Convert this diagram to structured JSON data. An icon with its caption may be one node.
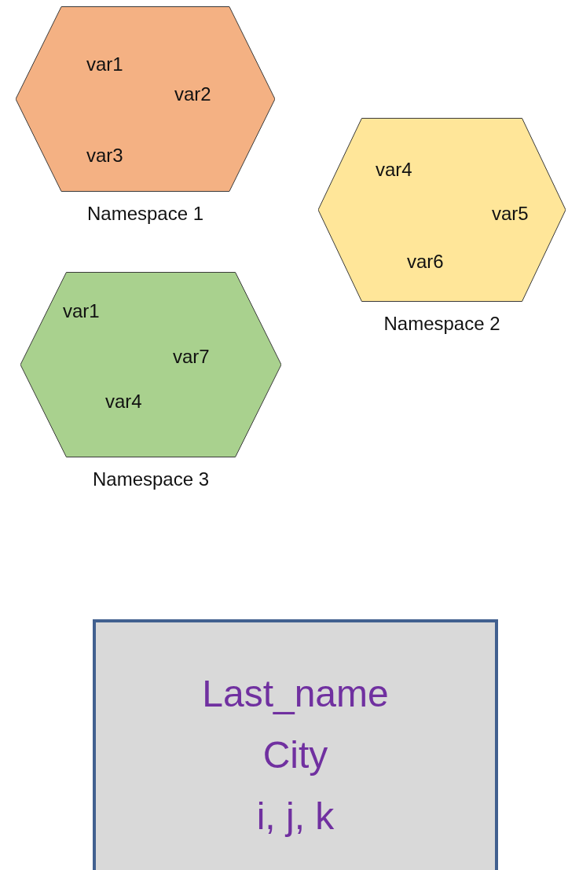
{
  "diagram": {
    "nodes": [
      {
        "text": [
          "var1",
          "var2",
          "var3"
        ],
        "beside": [
          "Namespace 1"
        ]
      },
      {
        "text": [
          "var4",
          "var5",
          "var6"
        ],
        "beside": [
          "Namespace 2"
        ]
      },
      {
        "text": [
          "var1",
          "var7",
          "var4"
        ],
        "beside": [
          "Namespace 3"
        ]
      },
      {
        "text": [
          "Last_name",
          "City",
          "i, j, k"
        ]
      }
    ]
  }
}
